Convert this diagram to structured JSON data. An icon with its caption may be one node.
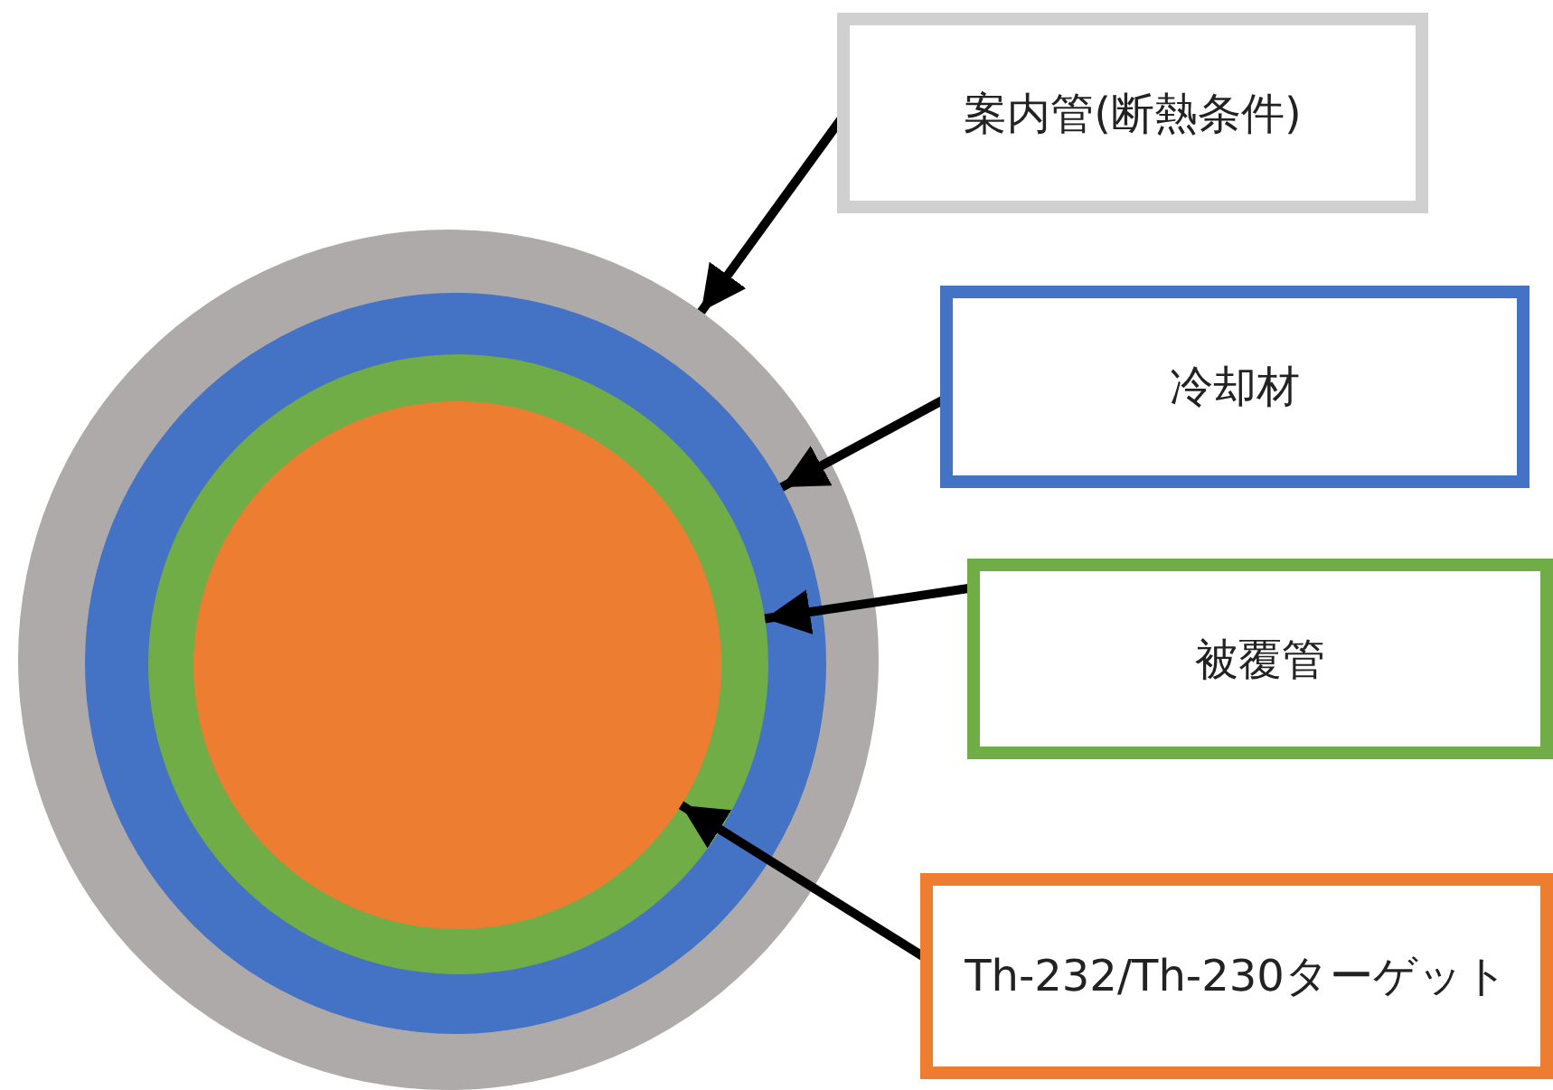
{
  "diagram": {
    "nodes": [
      {
        "text": [
          "案内管(断熱条件)"
        ]
      },
      {
        "text": [],
        "shape": "circle"
      },
      {
        "text": [],
        "shape": "circle",
        "in": 1
      },
      {
        "text": [],
        "shape": "circle",
        "in": 2
      },
      {
        "text": [],
        "shape": "circle",
        "in": 3
      },
      {
        "text": [
          "冷却材"
        ]
      },
      {
        "text": [
          "被覆管"
        ]
      },
      {
        "text": [
          "Th-232/Th-230ターゲット"
        ]
      }
    ],
    "edges": [
      {
        "from": 0,
        "to": 1,
        "arrow": "to"
      },
      {
        "from": 5,
        "to": 2,
        "arrow": "to"
      },
      {
        "from": 6,
        "to": 3,
        "arrow": "to"
      },
      {
        "from": 7,
        "to": 4,
        "arrow": "to"
      }
    ]
  }
}
